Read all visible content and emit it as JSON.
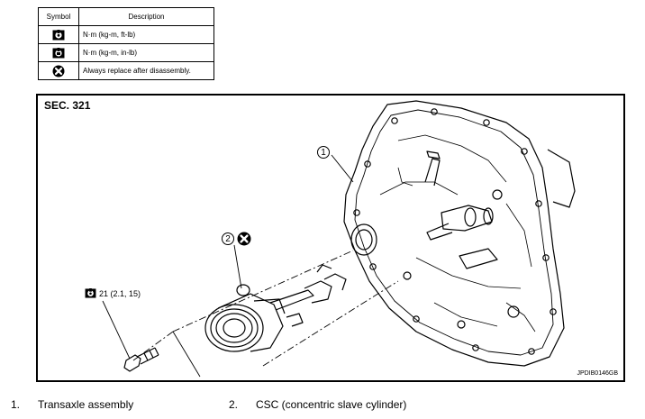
{
  "legend": {
    "headers": {
      "symbol": "Symbol",
      "description": "Description"
    },
    "rows": [
      {
        "icon": "torque-wrench-ftlb-icon",
        "text": "N·m (kg-m, ft-lb)"
      },
      {
        "icon": "torque-wrench-inlb-icon",
        "text": "N·m (kg-m, in-lb)"
      },
      {
        "icon": "always-replace-icon",
        "text": "Always replace after disassembly."
      }
    ]
  },
  "diagram": {
    "section": "SEC. 321",
    "code": "JPDIB0146GB",
    "callouts": {
      "part1": "1",
      "part2": "2",
      "torque": "21 (2.1, 15)"
    }
  },
  "parts": [
    {
      "num": "1.",
      "name": "Transaxle assembly"
    },
    {
      "num": "2.",
      "name": "CSC (concentric slave cylinder)"
    }
  ]
}
